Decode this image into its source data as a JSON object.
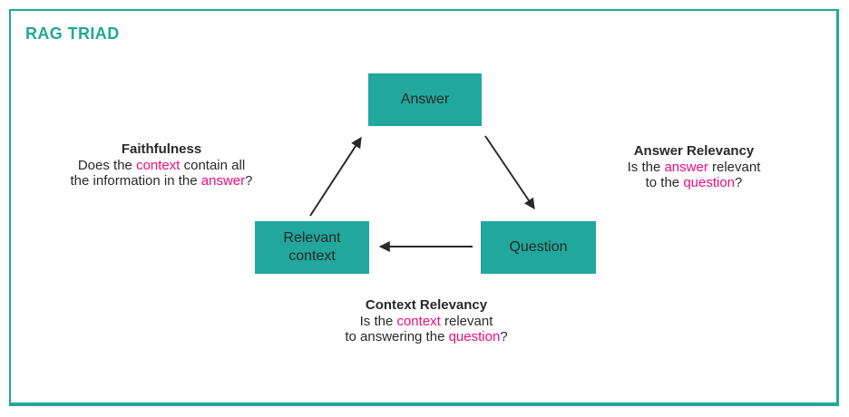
{
  "title": "RAG TRIAD",
  "colors": {
    "accent_teal": "#21a79b",
    "highlight_pink": "#ed0c7d",
    "text_dark": "#2b2829",
    "arrow_black": "#2a2a2a"
  },
  "nodes": {
    "answer": {
      "label": "Answer"
    },
    "relevant_context": {
      "label": "Relevant context"
    },
    "question": {
      "label": "Question"
    }
  },
  "arrows": [
    {
      "name": "relevant-context-to-answer",
      "direction": "up-right"
    },
    {
      "name": "answer-to-question",
      "direction": "down-right"
    },
    {
      "name": "question-to-relevant-context",
      "direction": "left"
    }
  ],
  "annotations": {
    "faithfulness": {
      "heading": "Faithfulness",
      "line1": [
        {
          "text": "Does the "
        },
        {
          "text": "context",
          "highlight": true
        },
        {
          "text": " contain all"
        }
      ],
      "line2": [
        {
          "text": "the information in the "
        },
        {
          "text": "answer",
          "highlight": true
        },
        {
          "text": "?"
        }
      ]
    },
    "answer_relevancy": {
      "heading": "Answer Relevancy",
      "line1": [
        {
          "text": "Is the "
        },
        {
          "text": "answer",
          "highlight": true
        },
        {
          "text": " relevant"
        }
      ],
      "line2": [
        {
          "text": "to the "
        },
        {
          "text": "question",
          "highlight": true
        },
        {
          "text": "?"
        }
      ]
    },
    "context_relevancy": {
      "heading": "Context Relevancy",
      "line1": [
        {
          "text": "Is the "
        },
        {
          "text": "context",
          "highlight": true
        },
        {
          "text": " relevant"
        }
      ],
      "line2": [
        {
          "text": "to answering the "
        },
        {
          "text": "question",
          "highlight": true
        },
        {
          "text": "?"
        }
      ]
    }
  }
}
